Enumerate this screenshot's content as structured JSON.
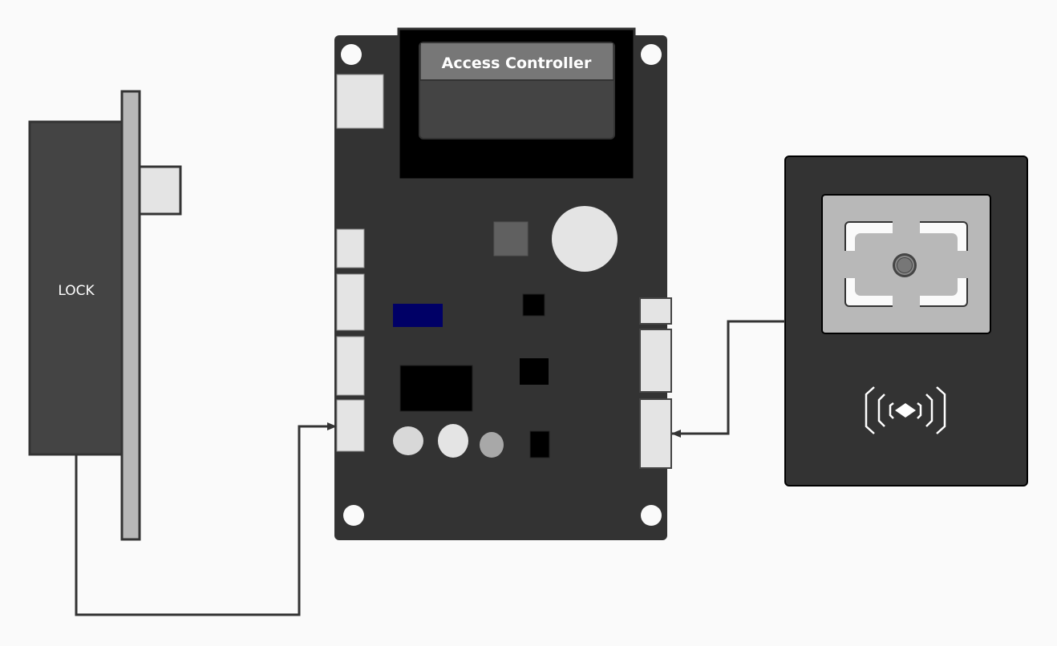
{
  "diagram": {
    "title": "Access Controller wiring diagram",
    "colors": {
      "background": "#fafafa",
      "board": "#333333",
      "lock_body": "#444444",
      "lock_plate": "#b8b8b8",
      "connector": "#e4e4e4",
      "display_bezel": "#000000",
      "display_header": "#777777",
      "display_body": "#444444",
      "chip_blue": "#000066",
      "reader_window": "#b8b8b8",
      "wire": "#333333"
    },
    "nodes": {
      "lock": {
        "label": "LOCK"
      },
      "controller": {
        "label": "Access Controller"
      },
      "reader": {
        "label": "",
        "features": [
          "fingerprint-scanner",
          "nfc-contactless"
        ]
      }
    },
    "edges": [
      {
        "from": "lock",
        "to": "controller",
        "label": ""
      },
      {
        "from": "reader",
        "to": "controller",
        "label": ""
      }
    ]
  }
}
